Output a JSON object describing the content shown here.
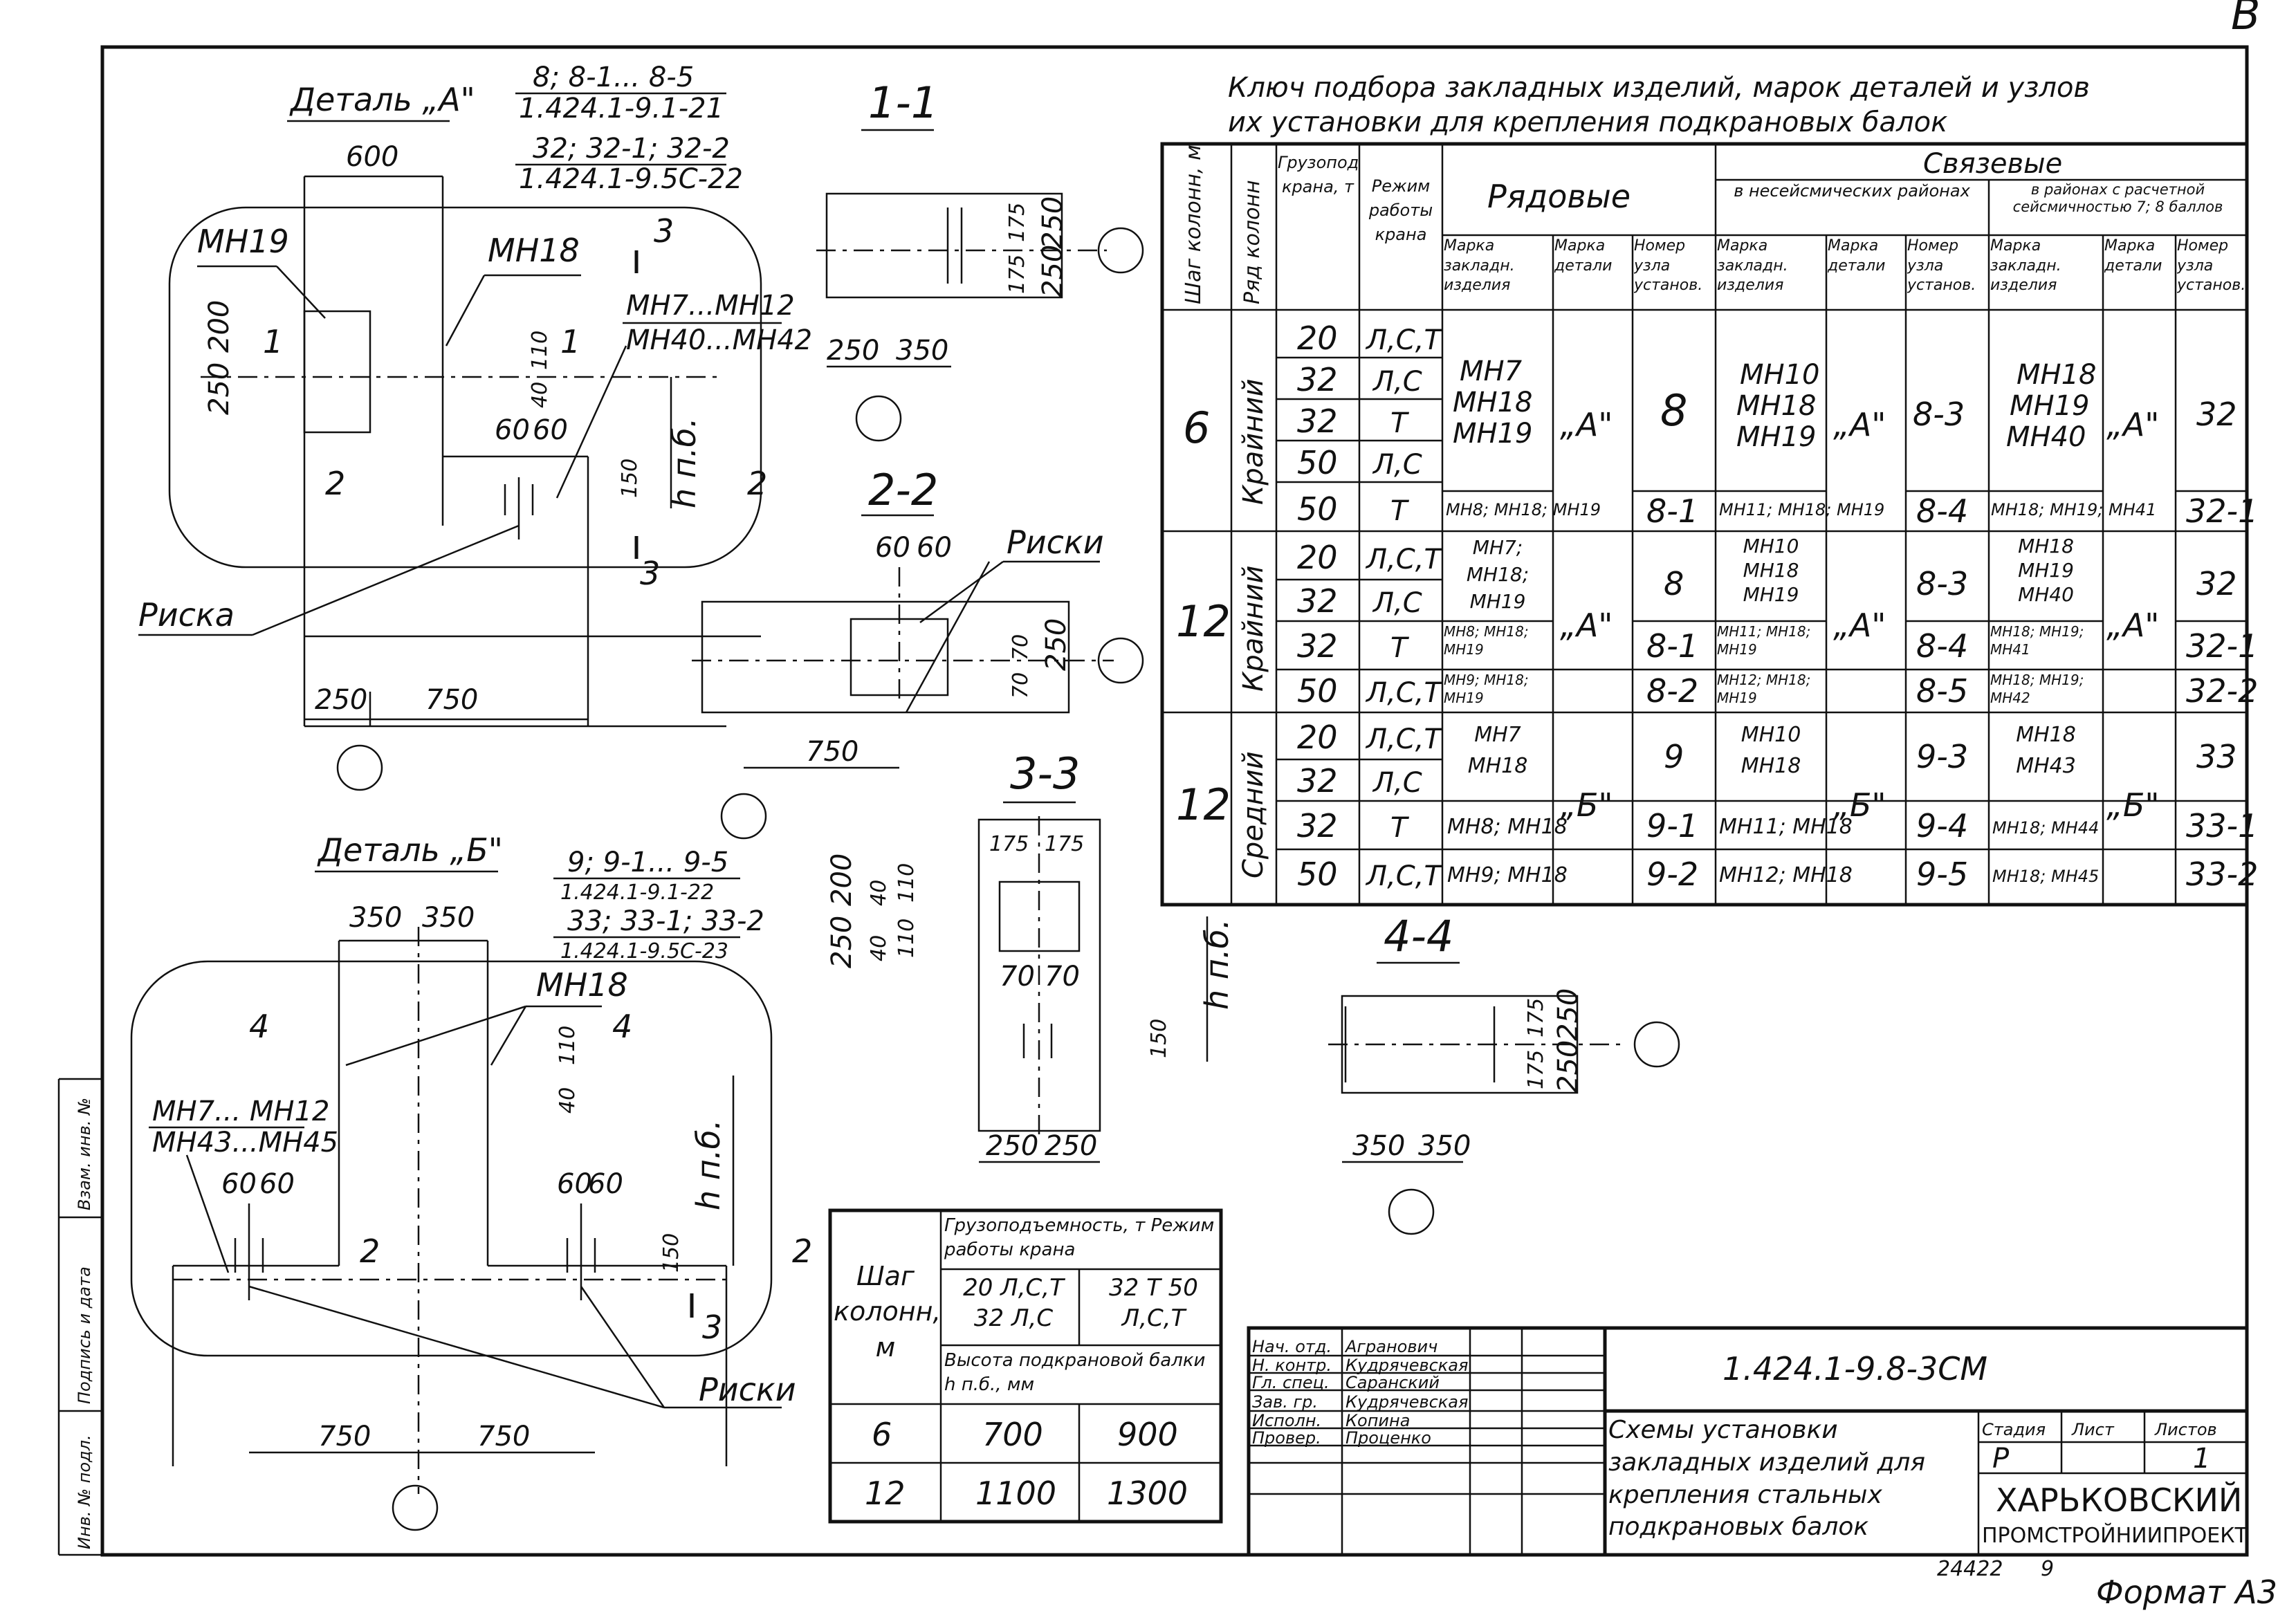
{
  "corner_letter": "В",
  "key_title": {
    "line1": "Ключ подбора закладных изделий, марок деталей и узлов",
    "line2": "их установки для крепления подкрановых балок"
  },
  "detail_a": {
    "title": "Деталь „А\"",
    "ref1": "8; 8-1... 8-5",
    "ref2": "1.424.1-9.1-21",
    "ref3": "32; 32-1; 32-2",
    "ref4": "1.424.1-9.5С-22",
    "dim_600": "600",
    "label_mn19": "МН19",
    "label_mn18": "МН18",
    "label_mn7": "МН7...МН12",
    "label_mn40": "МН40...МН42",
    "dim_250": "250",
    "dim_200": "200",
    "dim_40": "40",
    "dim_110": "110",
    "dim_60a": "60",
    "dim_60b": "60",
    "dim_150": "150",
    "hpb": "h п.б.",
    "cut3": "3",
    "cut1": "1",
    "cut2": "2",
    "riska": "Риска",
    "dim_250b": "250",
    "dim_750": "750"
  },
  "section_11": {
    "title": "1-1",
    "d175a": "175",
    "d175b": "175",
    "d250a": "250",
    "d250b": "250",
    "d250c": "250",
    "d350": "350"
  },
  "section_22": {
    "title": "2-2",
    "d60a": "60",
    "d60b": "60",
    "riski": "Риски",
    "d70a": "70",
    "d70b": "70",
    "d250": "250",
    "d750": "750"
  },
  "section_33": {
    "title": "3-3",
    "d175a": "175",
    "d175b": "175",
    "d250": "250",
    "d200": "200",
    "d40a": "40",
    "d40b": "40",
    "d110a": "110",
    "d110b": "110",
    "d70a": "70",
    "d70b": "70",
    "d150": "150",
    "hpb": "h п.б.",
    "d250b": "250",
    "d250c": "250"
  },
  "section_44": {
    "title": "4-4",
    "d175a": "175",
    "d175b": "175",
    "d250a": "250",
    "d250b": "250",
    "d350a": "350",
    "d350b": "350"
  },
  "detail_b": {
    "title": "Деталь „Б\"",
    "ref1": "9; 9-1... 9-5",
    "ref2": "1.424.1-9.1-22",
    "ref3": "33; 33-1; 33-2",
    "ref4": "1.424.1-9.5С-23",
    "d350a": "350",
    "d350b": "350",
    "label_mn18": "МН18",
    "cut4a": "4",
    "cut4b": "4",
    "d40": "40",
    "d110": "110",
    "label_mn7": "МН7... МН12",
    "label_mn43": "МН43...МН45",
    "d60a": "60",
    "d60b": "60",
    "d60c": "60",
    "d60d": "60",
    "hpb": "h п.б.",
    "d150": "150",
    "cut2a": "2",
    "cut2b": "2",
    "cut3": "3",
    "riski": "Риски",
    "d750a": "750",
    "d750b": "750"
  },
  "key_table": {
    "head_step": "Шаг колонн, м",
    "head_row": "Ряд колонн",
    "head_load": "Грузоподъемность крана, т",
    "head_mode": "Режим работы крана",
    "head_ordinary": "Рядовые",
    "head_bracing": "Связевые",
    "head_nonseismic": "в несейсмических районах",
    "head_seismic": "в районах с расчетной сейсмичностью 7; 8 баллов",
    "sub_embed": "Марка закладн. изделия",
    "sub_detail": "Марка детали",
    "sub_node": "Номер узла установ.",
    "groups": [
      {
        "step": "6",
        "row": "Крайний",
        "rows": [
          {
            "load": "20",
            "mode": "Л,С,Т"
          },
          {
            "load": "32",
            "mode": "Л,С"
          },
          {
            "load": "32",
            "mode": "Т"
          },
          {
            "load": "50",
            "mode": "Л,С"
          },
          {
            "load": "50",
            "mode": "Т"
          }
        ],
        "ord_embed_main": [
          "МН7",
          "МН18",
          "МН19"
        ],
        "ord_embed_last": "МН8; МН18; МН19",
        "ord_detail": "„А\"",
        "ord_node_main": "8",
        "ord_node_last": "8-1",
        "ns_embed_main": [
          "МН10",
          "МН18",
          "МН19"
        ],
        "ns_embed_last": "МН11; МН18; МН19",
        "ns_detail": "„А\"",
        "ns_node_main": "8-3",
        "ns_node_last": "8-4",
        "s_embed_main": [
          "МН18",
          "МН19",
          "МН40"
        ],
        "s_embed_last": "МН18; МН19; МН41",
        "s_detail": "„А\"",
        "s_node_main": "32",
        "s_node_last": "32-1"
      },
      {
        "step": "12",
        "row": "Крайний",
        "rows": [
          {
            "load": "20",
            "mode": "Л,С,Т"
          },
          {
            "load": "32",
            "mode": "Л,С"
          },
          {
            "load": "32",
            "mode": "Т"
          },
          {
            "load": "50",
            "mode": "Л,С,Т"
          }
        ],
        "ord_embed": [
          "МН7; МН18; МН19",
          "МН8; МН18; МН19",
          "МН9; МН18; МН19"
        ],
        "ord_detail": "„А\"",
        "ord_nodes": [
          "8",
          "8-1",
          "8-2"
        ],
        "ns_embed": [
          "МН10 МН18 МН19",
          "МН11; МН18; МН19",
          "МН12; МН18; МН19"
        ],
        "ns_detail": "„А\"",
        "ns_nodes": [
          "8-3",
          "8-4",
          "8-5"
        ],
        "s_embed": [
          "МН18 МН19 МН40",
          "МН18; МН19; МН41",
          "МН18; МН19; МН42"
        ],
        "s_detail": "„А\"",
        "s_nodes": [
          "32",
          "32-1",
          "32-2"
        ]
      },
      {
        "step": "12",
        "row": "Средний",
        "rows": [
          {
            "load": "20",
            "mode": "Л,С,Т"
          },
          {
            "load": "32",
            "mode": "Л,С"
          },
          {
            "load": "32",
            "mode": "Т"
          },
          {
            "load": "50",
            "mode": "Л,С,Т"
          }
        ],
        "ord_embed": [
          "МН7 МН18",
          "МН8; МН18",
          "МН9; МН18"
        ],
        "ord_detail": "„Б\"",
        "ord_nodes": [
          "9",
          "9-1",
          "9-2"
        ],
        "ns_embed": [
          "МН10 МН18",
          "МН11; МН18",
          "МН12; МН18"
        ],
        "ns_detail": "„Б\"",
        "ns_nodes": [
          "9-3",
          "9-4",
          "9-5"
        ],
        "s_embed": [
          "МН18 МН43",
          "МН18; МН44",
          "МН18; МН45"
        ],
        "s_detail": "„Б\"",
        "s_nodes": [
          "33",
          "33-1",
          "33-2"
        ]
      }
    ]
  },
  "height_table": {
    "head_step": "Шаг колонн, м",
    "head_load": "Грузоподъемность, т Режим работы крана",
    "col1": "20 Л,С,Т 32 Л,С",
    "col2": "32 Т 50 Л,С,Т",
    "head_height": "Высота подкрановой балки h п.б., мм",
    "rows": [
      {
        "step": "6",
        "v1": "700",
        "v2": "900"
      },
      {
        "step": "12",
        "v1": "1100",
        "v2": "1300"
      }
    ]
  },
  "title_block": {
    "roles": [
      {
        "role": "Нач. отд.",
        "name": "Агранович"
      },
      {
        "role": "Н. контр.",
        "name": "Кудрячевская"
      },
      {
        "role": "Гл. спец.",
        "name": "Саранский"
      },
      {
        "role": "Зав. гр.",
        "name": "Кудрячевская"
      },
      {
        "role": "Исполн.",
        "name": "Копина"
      },
      {
        "role": "Провер.",
        "name": "Проценко"
      }
    ],
    "code": "1.424.1-9.8-3СМ",
    "description": "Схемы установки закладных изделий для крепления стальных подкрановых балок",
    "stage_label": "Стадия",
    "sheet_label": "Лист",
    "sheets_label": "Листов",
    "stage": "Р",
    "sheets": "1",
    "org1": "ХАРЬКОВСКИЙ",
    "org2": "ПРОМСТРОЙНИИПРОЕКТ"
  },
  "side_stamp": {
    "c1": "Инв. № подл.",
    "c2": "Подпись и дата",
    "c3": "Взам. инв. №"
  },
  "footer": {
    "num": "24422",
    "sheet": "9",
    "format": "Формат А3"
  }
}
